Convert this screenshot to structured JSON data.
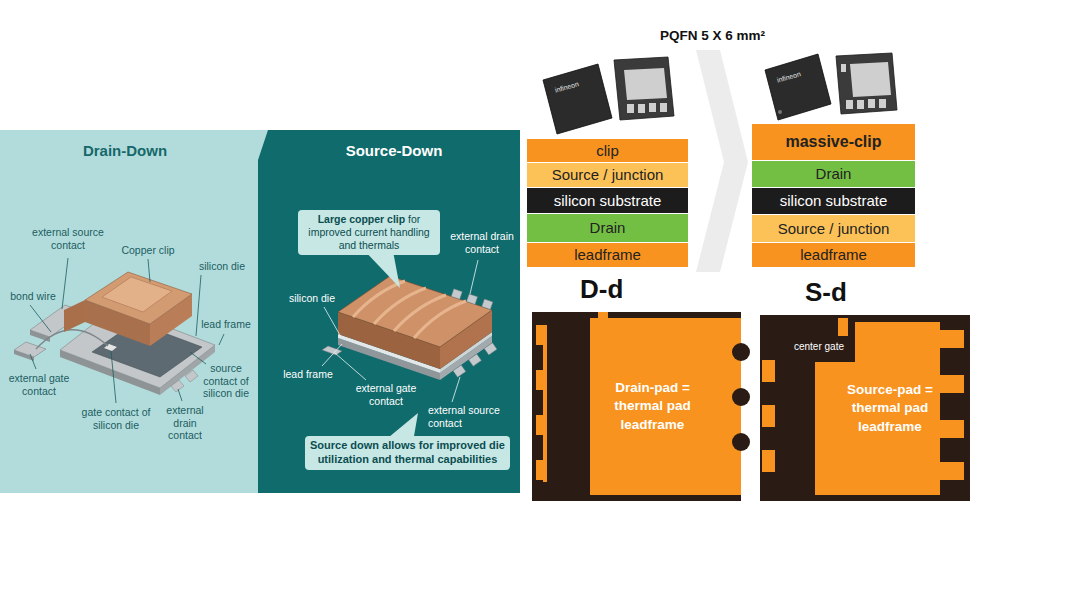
{
  "diagram": {
    "nodes": [
      {
        "text": [
          "Drain-Down"
        ]
      },
      {
        "text": [
          "Source-Down"
        ]
      },
      {
        "text": [
          "Large copper clip",
          "for improved current handling and thermals"
        ],
        "in": 1
      },
      {
        "text": [
          "Source down allows for improved die utilization and thermal capabilities"
        ],
        "in": 1
      },
      {
        "text": [
          "clip"
        ]
      },
      {
        "text": [
          "Source / junction"
        ]
      },
      {
        "text": [
          "silicon substrate"
        ]
      },
      {
        "text": [
          "Drain"
        ]
      },
      {
        "text": [
          "leadframe"
        ]
      },
      {
        "text": [
          "massive-clip"
        ]
      },
      {
        "text": [
          "Drain"
        ]
      },
      {
        "text": [
          "silicon substrate"
        ]
      },
      {
        "text": [
          "Source / junction"
        ]
      },
      {
        "text": [
          "leadframe"
        ]
      },
      {
        "text": [
          "D-d"
        ]
      },
      {
        "text": [
          "Drain-pad = thermal pad leadframe"
        ],
        "in": 14
      },
      {
        "text": [
          "S-d"
        ]
      },
      {
        "text": [
          "Source-pad = thermal pad leadframe"
        ],
        "in": 16
      }
    ],
    "labels": [
      "external source contact",
      "Copper clip",
      "silicon die",
      "bond wire",
      "lead frame",
      "external gate contact",
      "gate contact of silicon die",
      "source contact of silicon die",
      "external drain contact",
      "external drain contact",
      "silicon die",
      "lead frame",
      "external gate contact",
      "external source contact",
      "PQFN 5 X 6 mm²",
      "infineon",
      "infineon",
      "center gate"
    ]
  }
}
